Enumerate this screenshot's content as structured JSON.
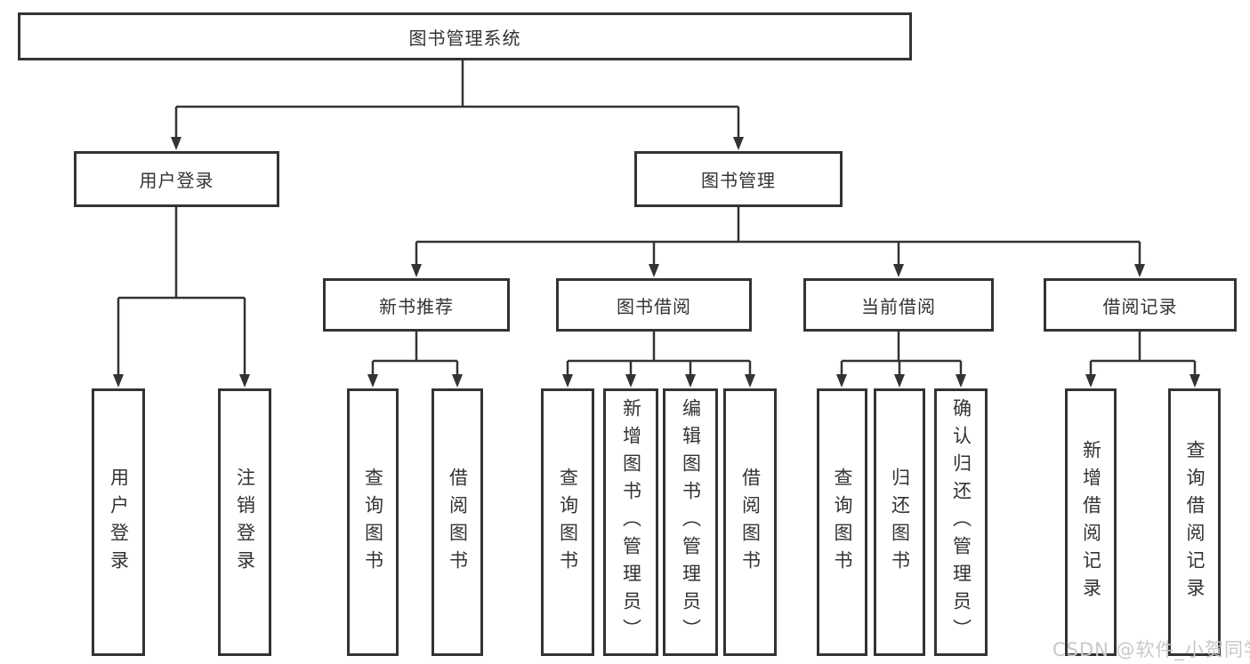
{
  "diagram_title": "图书管理系统",
  "tree": {
    "root": {
      "label": "图书管理系统"
    },
    "branches": [
      {
        "label": "用户登录",
        "children": [
          {
            "label": "用户登录"
          },
          {
            "label": "注销登录"
          }
        ]
      },
      {
        "label": "图书管理",
        "children": [
          {
            "label": "新书推荐",
            "children": [
              {
                "label": "查询图书"
              },
              {
                "label": "借阅图书"
              }
            ]
          },
          {
            "label": "图书借阅",
            "children": [
              {
                "label": "查询图书"
              },
              {
                "label": "新增图书（管理员）"
              },
              {
                "label": "编辑图书（管理员）"
              },
              {
                "label": "借阅图书"
              }
            ]
          },
          {
            "label": "当前借阅",
            "children": [
              {
                "label": "查询图书"
              },
              {
                "label": "归还图书"
              },
              {
                "label": "确认归还（管理员）"
              }
            ]
          },
          {
            "label": "借阅记录",
            "children": [
              {
                "label": "新增借阅记录"
              },
              {
                "label": "查询借阅记录"
              }
            ]
          }
        ]
      }
    ]
  },
  "colors": {
    "line": "#333333",
    "box_border": "#333333",
    "text": "#333333",
    "background": "#ffffff",
    "watermark_text": "#c8c8c8"
  },
  "watermark": {
    "text": "CSDN @软件_小贺同学"
  }
}
